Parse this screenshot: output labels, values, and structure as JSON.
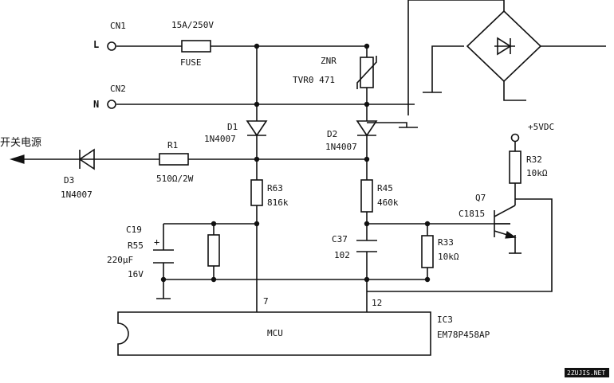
{
  "connectors": {
    "cn1": "CN1",
    "cn2": "CN2",
    "l": "L",
    "n": "N"
  },
  "fuse": {
    "rating": "15A/250V",
    "name": "FUSE"
  },
  "varistor": {
    "name": "ZNR",
    "part": "TVR0 471"
  },
  "diodes": {
    "d1": {
      "name": "D1",
      "part": "1N4007"
    },
    "d2": {
      "name": "D2",
      "part": "1N4007"
    },
    "d3": {
      "name": "D3",
      "part": "1N4007"
    }
  },
  "switch_supply": "开关电源",
  "resistors": {
    "r1": {
      "name": "R1",
      "value": "510Ω/2W"
    },
    "r63": {
      "name": "R63",
      "value": "816k"
    },
    "r45": {
      "name": "R45",
      "value": "460k"
    },
    "r55": {
      "name": "R55"
    },
    "r33": {
      "name": "R33",
      "value": "10kΩ"
    },
    "r32": {
      "name": "R32",
      "value": "10kΩ"
    }
  },
  "capacitors": {
    "c19": {
      "name": "C19",
      "value": "220μF",
      "voltage": "16V",
      "polarity": "+"
    },
    "c37": {
      "name": "C37",
      "value": "102"
    }
  },
  "transistor": {
    "name": "Q7",
    "part": "C1815"
  },
  "supply": "+5VDC",
  "ic": {
    "name": "IC3",
    "part": "EM78P458AP",
    "block": "MCU",
    "pin7": "7",
    "pin12": "12"
  },
  "watermark": "2ZUJIS.NET"
}
